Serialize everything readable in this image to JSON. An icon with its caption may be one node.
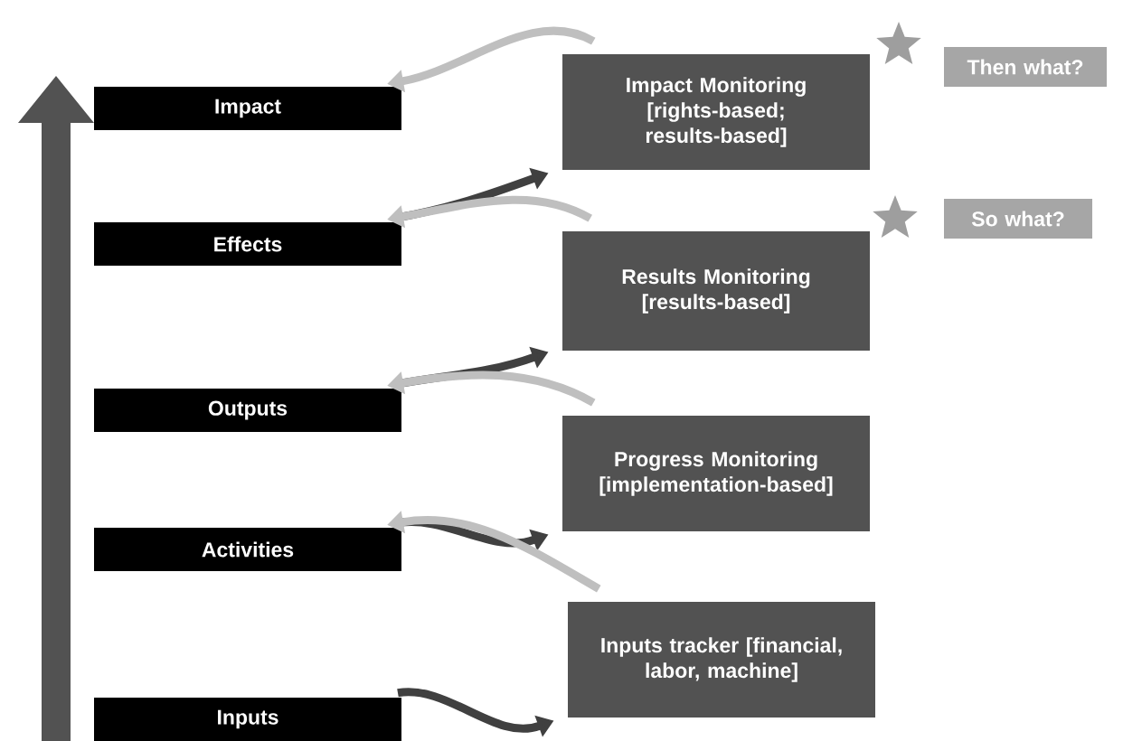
{
  "diagram": {
    "nodes": [
      {
        "text": [
          "Impact"
        ]
      },
      {
        "text": [
          "Effects"
        ]
      },
      {
        "text": [
          "Outputs"
        ]
      },
      {
        "text": [
          "Activities"
        ]
      },
      {
        "text": [
          "Inputs"
        ]
      },
      {
        "text": [
          "Impact Monitoring [rights-based; results-based]"
        ]
      },
      {
        "text": [
          "Results Monitoring [results-based]"
        ]
      },
      {
        "text": [
          "Progress Monitoring [implementation-based]"
        ]
      },
      {
        "text": [
          "Inputs tracker [financial, labor, machine]"
        ]
      },
      {
        "text": [
          "Then what?"
        ]
      },
      {
        "text": [
          "So what?"
        ]
      },
      {
        "text": [],
        "shape": "star"
      },
      {
        "text": [],
        "shape": "star"
      }
    ],
    "edges": [
      {
        "from": 5,
        "to": 0,
        "arrow": "to",
        "color": "#bfbfbf"
      },
      {
        "from": 1,
        "to": 5,
        "arrow": "to",
        "color": "#404040"
      },
      {
        "from": 6,
        "to": 1,
        "arrow": "to",
        "color": "#bfbfbf"
      },
      {
        "from": 2,
        "to": 6,
        "arrow": "to",
        "color": "#404040"
      },
      {
        "from": 7,
        "to": 2,
        "arrow": "to",
        "color": "#bfbfbf"
      },
      {
        "from": 3,
        "to": 7,
        "arrow": "to",
        "color": "#404040"
      },
      {
        "from": 8,
        "to": 3,
        "arrow": "to",
        "color": "#bfbfbf"
      },
      {
        "from": 4,
        "to": 8,
        "arrow": "to",
        "color": "#404040"
      }
    ]
  }
}
